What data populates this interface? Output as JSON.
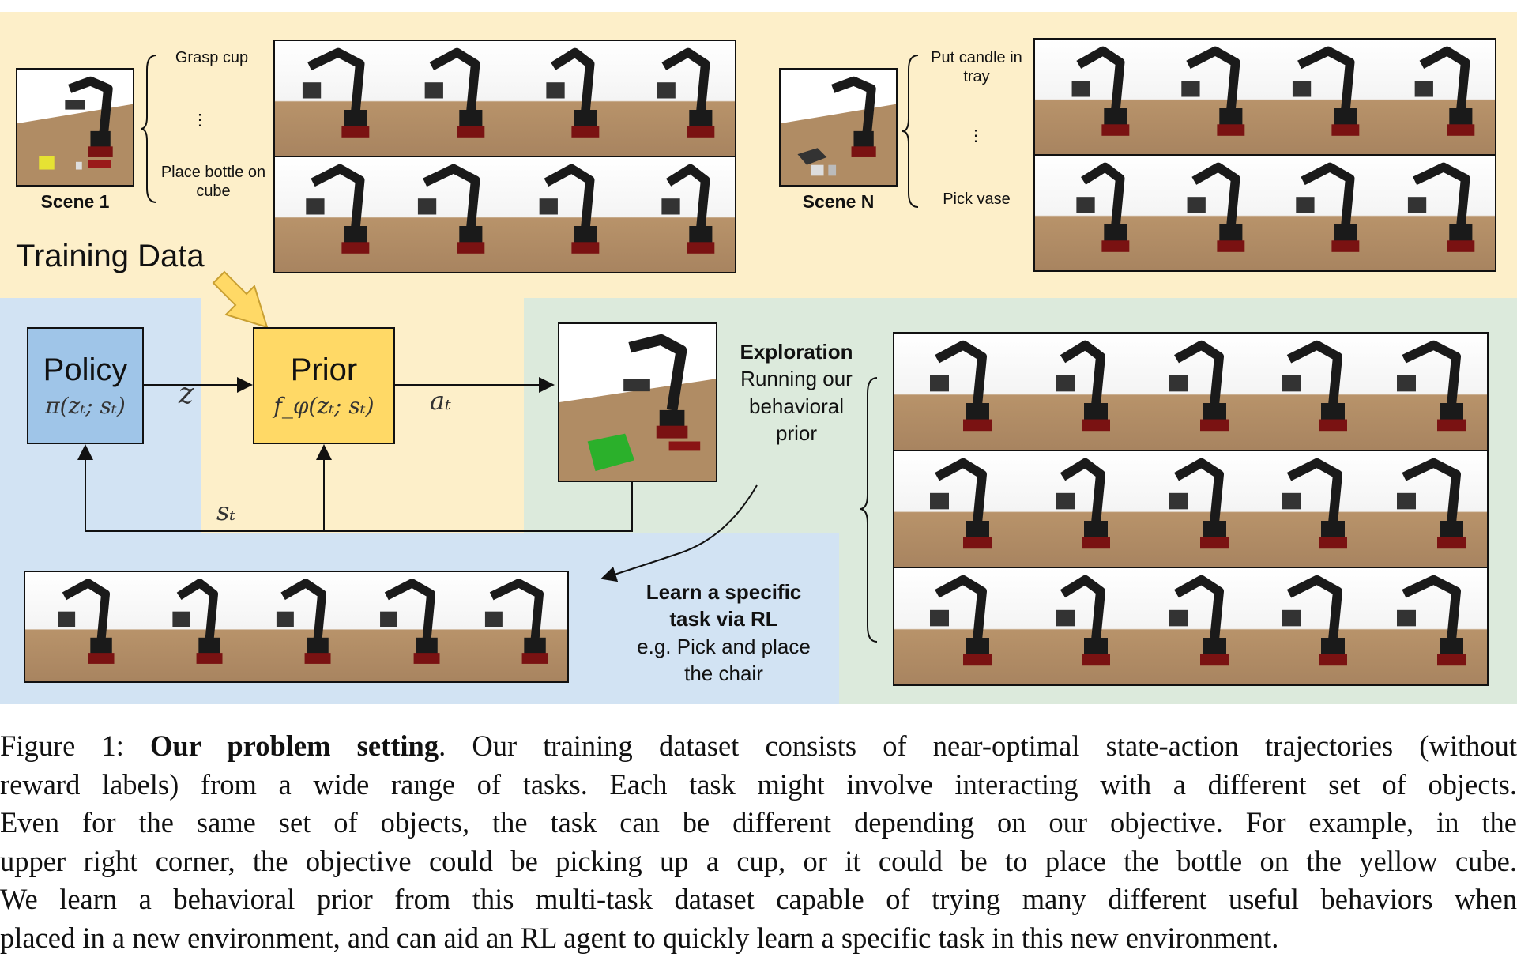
{
  "figure": {
    "training_title": "Training Data",
    "scene1": {
      "name": "Scene 1",
      "tasks": [
        "Grasp cup",
        "⋮",
        "Place bottle on cube"
      ]
    },
    "sceneN": {
      "name": "Scene N",
      "tasks": [
        "Put candle in tray",
        "⋮",
        "Pick vase"
      ]
    },
    "policy": {
      "name": "Policy",
      "formula": "π(zₜ; sₜ)"
    },
    "prior": {
      "name": "Prior",
      "formula": "f_φ(zₜ; sₜ)"
    },
    "z_label": "z",
    "a_label": "aₜ",
    "s_label": "sₜ",
    "exploration": {
      "title": "Exploration",
      "text": [
        "Running our",
        "behavioral",
        "prior"
      ]
    },
    "learn": {
      "title_lines": [
        "Learn a specific",
        "task via RL"
      ],
      "text_lines": [
        "e.g. Pick and place",
        "the chair"
      ]
    },
    "colors": {
      "yellow_region": "#fdefc9",
      "blue_region": "#d2e3f3",
      "green_region": "#dceadc",
      "policy_box": "#9fc5e8",
      "prior_box": "#ffd966"
    }
  },
  "caption": {
    "label": "Figure 1:",
    "bold": "Our problem setting",
    "lines": [
      ". Our training dataset consists of near-optimal state-action trajectories (without",
      "reward labels) from a wide range of tasks. Each task might involve interacting with a different set of objects.",
      "Even for the same set of objects, the task can be different depending on our objective. For example, in the",
      "upper right corner, the objective could be picking up a cup, or it could be to place the bottle on the yellow cube.",
      "We learn a behavioral prior from this multi-task dataset capable of trying many different useful behaviors when",
      "placed in a new environment, and can aid an RL agent to quickly learn a specific task in this new environment."
    ]
  }
}
